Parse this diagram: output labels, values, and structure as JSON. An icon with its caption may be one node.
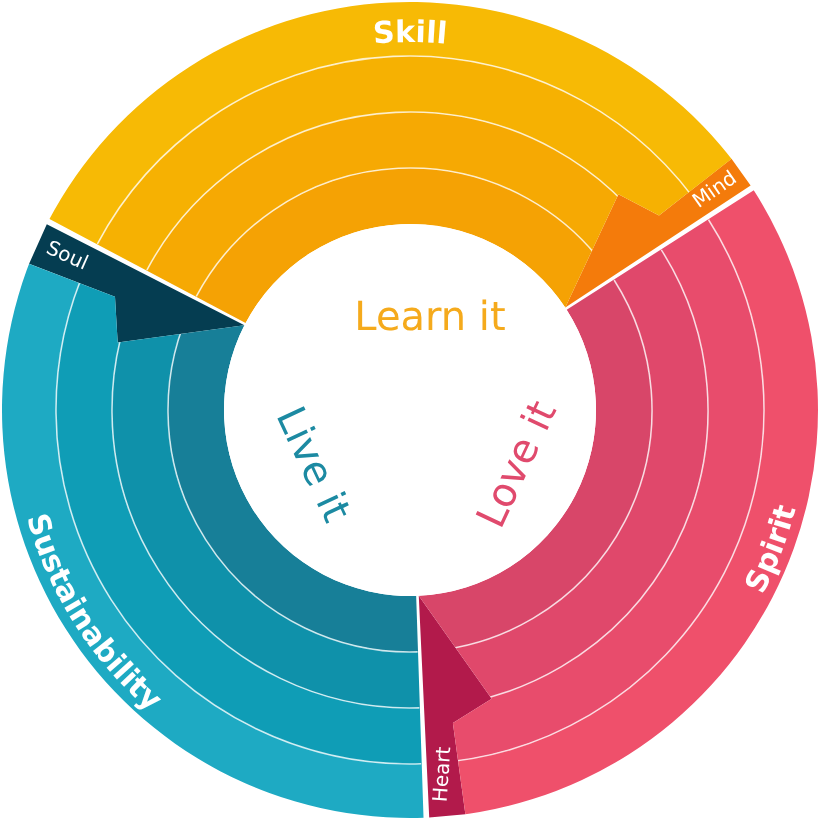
{
  "diagram": {
    "nodes": [
      {
        "text": [
          "Skill"
        ],
        "beside": [
          "Learn it"
        ]
      },
      {
        "text": [
          "Mind"
        ]
      },
      {
        "text": [
          "Spirit"
        ],
        "beside": [
          "Love it"
        ]
      },
      {
        "text": [
          "Heart"
        ]
      },
      {
        "text": [
          "Sustainability"
        ],
        "beside": [
          "Live it"
        ]
      },
      {
        "text": [
          "Soul"
        ]
      }
    ]
  }
}
